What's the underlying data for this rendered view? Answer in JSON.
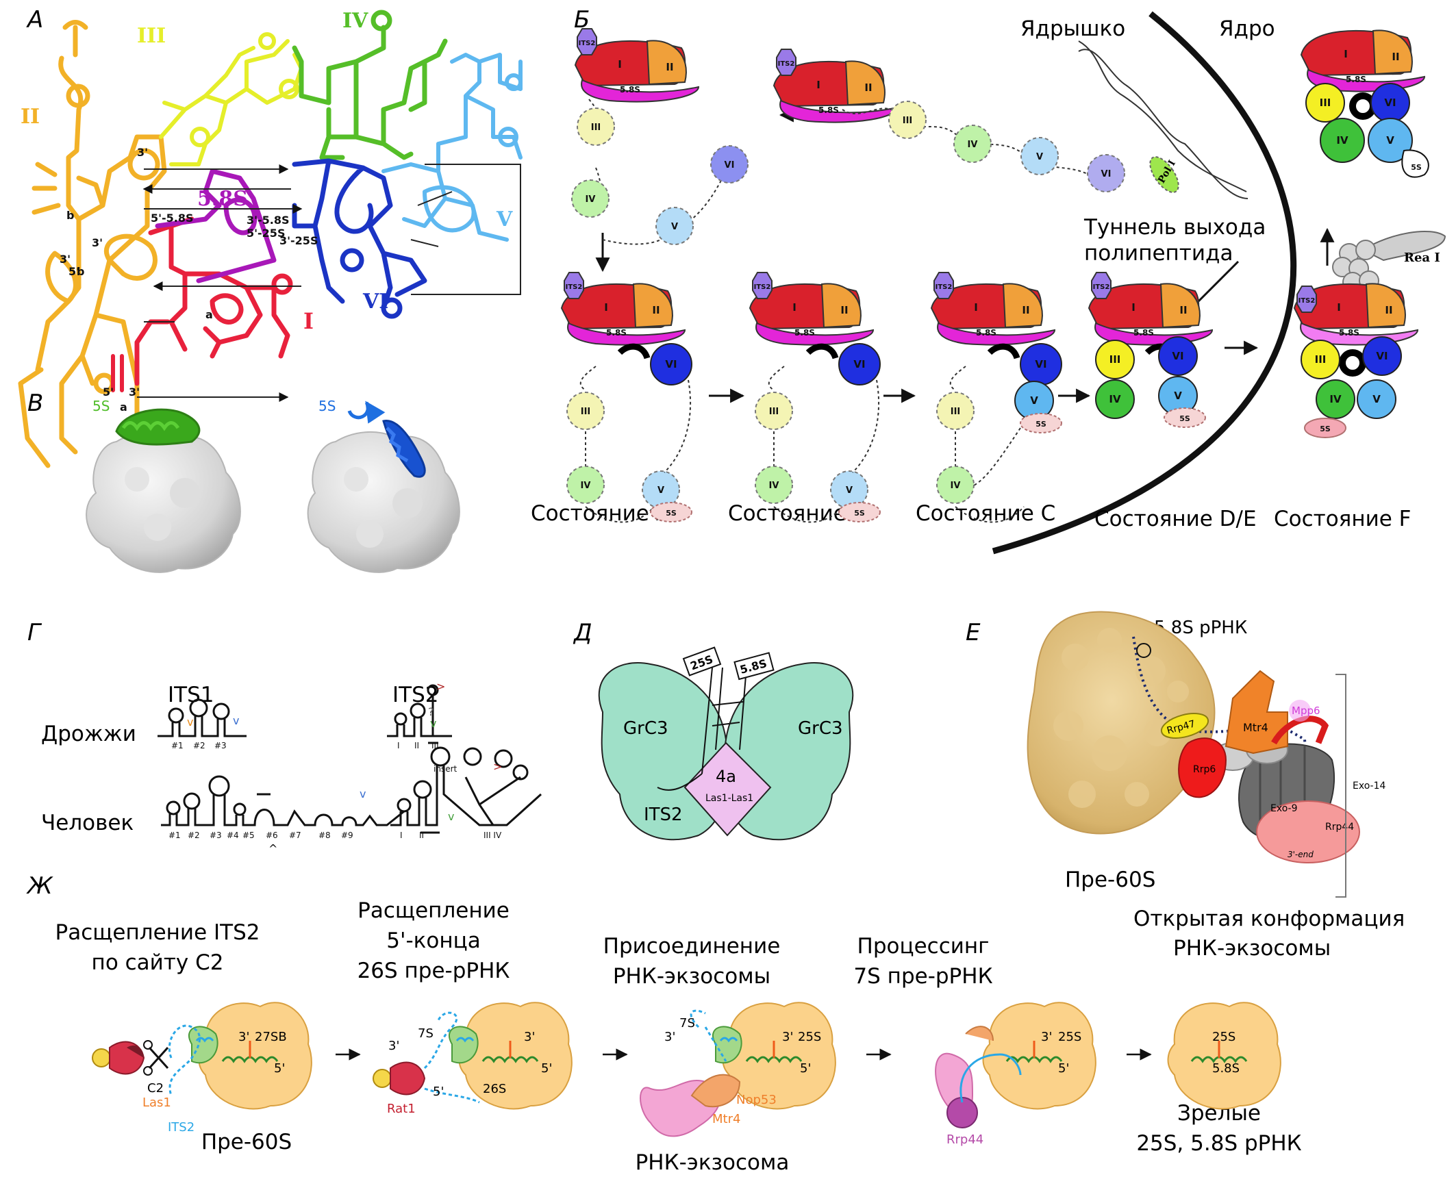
{
  "panels": {
    "a": {
      "label": "А",
      "domains": [
        "II",
        "III",
        "IV",
        "V",
        "VI",
        "I",
        "5.8S"
      ],
      "ends": [
        "3'",
        "5'-5.8S",
        "3'-5.8S",
        "5'-25S",
        "3'-25S",
        "3'",
        "b",
        "5'",
        "b",
        "3'",
        "5'",
        "a",
        "3'",
        "a"
      ]
    },
    "b": {
      "label": "Б",
      "nucleolus": "Ядрышко",
      "nucleus": "Ядро",
      "tunnel_line1": "Туннель выхода",
      "tunnel_line2": "полипептида",
      "rea1": "Rea I",
      "pol1": "Pol I",
      "its2": "ITS2",
      "s58": "5.8S",
      "s5": "5S",
      "numerals": [
        "I",
        "II",
        "III",
        "IV",
        "V",
        "VI"
      ],
      "states": [
        "Состояние A",
        "Состояние B",
        "Состояние C",
        "Состояние D/E",
        "Состояние F"
      ]
    },
    "v": {
      "label": "В",
      "green_label": "5S",
      "blue_label": "5S"
    },
    "g": {
      "label": "Г",
      "its1": "ITS1",
      "its2": "ITS2",
      "yeast": "Дрожжи",
      "human": "Человек",
      "yeast_its1_ticks": [
        "#1",
        "#2",
        "#3"
      ],
      "yeast_its2_ticks": [
        "I",
        "II",
        "III"
      ],
      "human_its1_ticks": [
        "#1",
        "#2",
        "#3",
        "#4",
        "#5",
        "#6",
        "#7",
        "#8",
        "#9"
      ],
      "human_its2_ticks": [
        "I",
        "II",
        "III IV"
      ],
      "insert": "insert",
      "marks": [
        "v",
        "v",
        ">",
        "?",
        "v",
        "v",
        "v",
        "^",
        ">"
      ]
    },
    "d": {
      "label": "Д",
      "grc3_left": "GrC3",
      "grc3_right": "GrC3",
      "s25": "25S",
      "s58": "5.8S",
      "its2": "ITS2",
      "complex": "4a",
      "las1": "Las1-Las1"
    },
    "e": {
      "label": "Е",
      "rrna": "5.8S рРНК",
      "pre60s": "Пре-60S",
      "conf_line1": "Открытая конформация",
      "conf_line2": "РНК-экзосомы",
      "proteins": [
        "Mtr4",
        "Mpp6",
        "Rrp47",
        "Rrp6",
        "Exo-9",
        "Rrp44",
        "3'-end",
        "Exo-14"
      ]
    },
    "zh": {
      "label": "Ж",
      "steps": [
        [
          "Расщепление ITS2",
          "по сайту C2"
        ],
        [
          "Расщепление",
          "5'-конца",
          "26S пре-рРНК"
        ],
        [
          "Присоединение",
          "РНК-экзосомы"
        ],
        [
          "Процессинг",
          "7S пре-рРНК"
        ]
      ],
      "pre60s": "Пре-60S",
      "exosome": "РНК-экзосома",
      "mature_line1": "Зрелые",
      "mature_line2": "25S, 5.8S рРНК",
      "s1": {
        "c2": "C2",
        "las1": "Las1",
        "its2": "ITS2",
        "p3": "3'",
        "s27": "27SB",
        "p5": "5'"
      },
      "s2": {
        "p3a": "3'",
        "s7": "7S",
        "rat1": "Rat1",
        "p5a": "5'",
        "s26": "26S",
        "p3b": "3'",
        "p5b": "5'"
      },
      "s3": {
        "p3a": "3'",
        "s7": "7S",
        "nop53": "Nop53",
        "mtr4": "Mtr4",
        "p3b": "3'",
        "s25": "25S",
        "p5": "5'"
      },
      "s4": {
        "p3": "3'",
        "s25": "25S",
        "p5": "5'",
        "rrp44": "Rrp44"
      },
      "s5": {
        "s25": "25S",
        "s58": "5.8S"
      }
    }
  }
}
